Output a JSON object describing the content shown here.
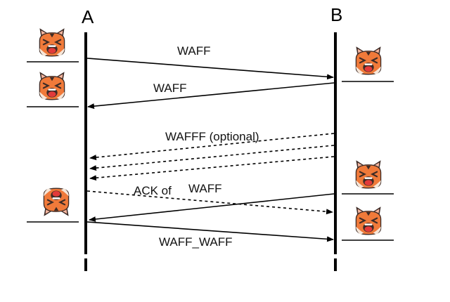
{
  "parties": {
    "left": "A",
    "right": "B"
  },
  "messages": {
    "m1": "WAFF",
    "m2": "WAFF",
    "m3": "WAFFF (optional)",
    "m4_prefix": "ACK of",
    "m4_word": "WAFF",
    "m5": "WAFF_WAFF"
  },
  "icons": {
    "avatar": "angry-fox-face-icon"
  },
  "colors": {
    "line": "#000000",
    "fox_orange": "#f07a3a",
    "fox_dark": "#3d2b26"
  }
}
